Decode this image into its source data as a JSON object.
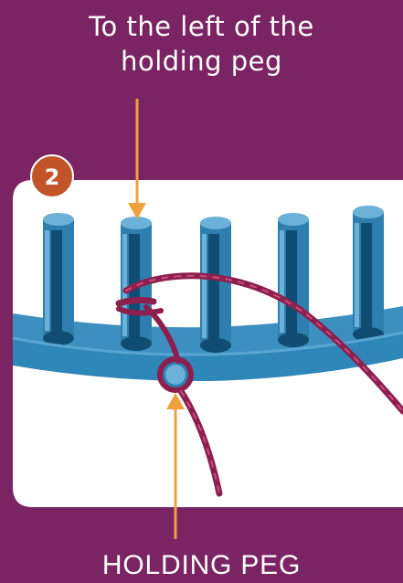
{
  "top_label_line1": "To the left of the",
  "top_label_line2": "holding peg",
  "step_number": "2",
  "bottom_label": "HOLDING PEG",
  "colors": {
    "background": "#7b2464",
    "panel": "#ffffff",
    "peg": "#2e7fae",
    "peg_dark": "#0f4d72",
    "peg_light": "#6cb1d8",
    "loom": "#2f86b8",
    "yarn": "#8c1f4e",
    "arrow": "#f0a13c",
    "badge": "#c2542a"
  }
}
